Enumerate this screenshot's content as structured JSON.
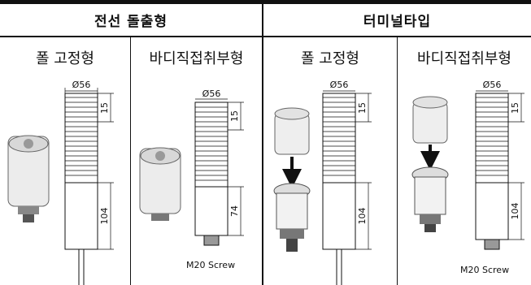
{
  "header": {
    "left_title": "전선 돌출형",
    "right_title": "터미널타입"
  },
  "panels": [
    {
      "subtitle": "폴 고정형",
      "diameter": "Ø56",
      "top_dim": "15",
      "bottom_dim": "104",
      "screw": ""
    },
    {
      "subtitle": "바디직접취부형",
      "diameter": "Ø56",
      "top_dim": "15",
      "bottom_dim": "74",
      "screw": "M20 Screw"
    },
    {
      "subtitle": "폴 고정형",
      "diameter": "Ø56",
      "top_dim": "15",
      "bottom_dim": "104",
      "screw": ""
    },
    {
      "subtitle": "바디직접취부형",
      "diameter": "Ø56",
      "top_dim": "15",
      "bottom_dim": "104",
      "screw": "M20 Screw"
    }
  ]
}
